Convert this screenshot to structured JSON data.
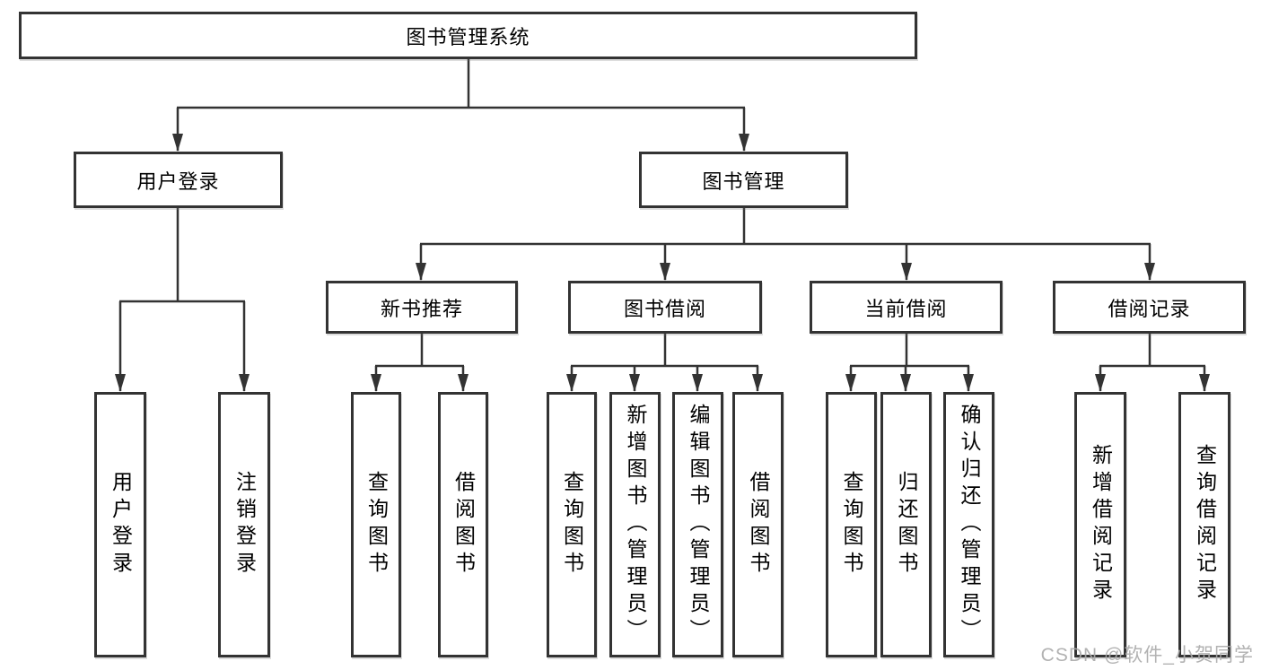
{
  "diagram": {
    "root": {
      "label": "图书管理系统"
    },
    "level2": {
      "user_login": {
        "label": "用户登录"
      },
      "book_mgmt": {
        "label": "图书管理"
      }
    },
    "level3": {
      "new_book_rec": {
        "label": "新书推荐"
      },
      "book_borrow": {
        "label": "图书借阅"
      },
      "current_borrow": {
        "label": "当前借阅"
      },
      "borrow_records": {
        "label": "借阅记录"
      }
    },
    "leaves": {
      "user_login_leaf": {
        "label": "用户登录"
      },
      "logout_leaf": {
        "label": "注销登录"
      },
      "nbr_query_books": {
        "label": "查询图书"
      },
      "nbr_borrow_books": {
        "label": "借阅图书"
      },
      "bb_query_books": {
        "label": "查询图书"
      },
      "bb_add_books": {
        "label": "新增图书（管理员）"
      },
      "bb_edit_books": {
        "label": "编辑图书（管理员）"
      },
      "bb_borrow_books": {
        "label": "借阅图书"
      },
      "cb_query_books": {
        "label": "查询图书"
      },
      "cb_return_books": {
        "label": "归还图书"
      },
      "cb_confirm_return": {
        "label": "确认归还（管理员）"
      },
      "br_add_record": {
        "label": "新增借阅记录"
      },
      "br_query_record": {
        "label": "查询借阅记录"
      }
    },
    "watermark": "CSDN @软件_小贺同学",
    "colors": {
      "line": "#333333",
      "box_border": "#333333",
      "text": "#000000",
      "watermark": "#aaaaaa",
      "background": "#ffffff"
    }
  }
}
